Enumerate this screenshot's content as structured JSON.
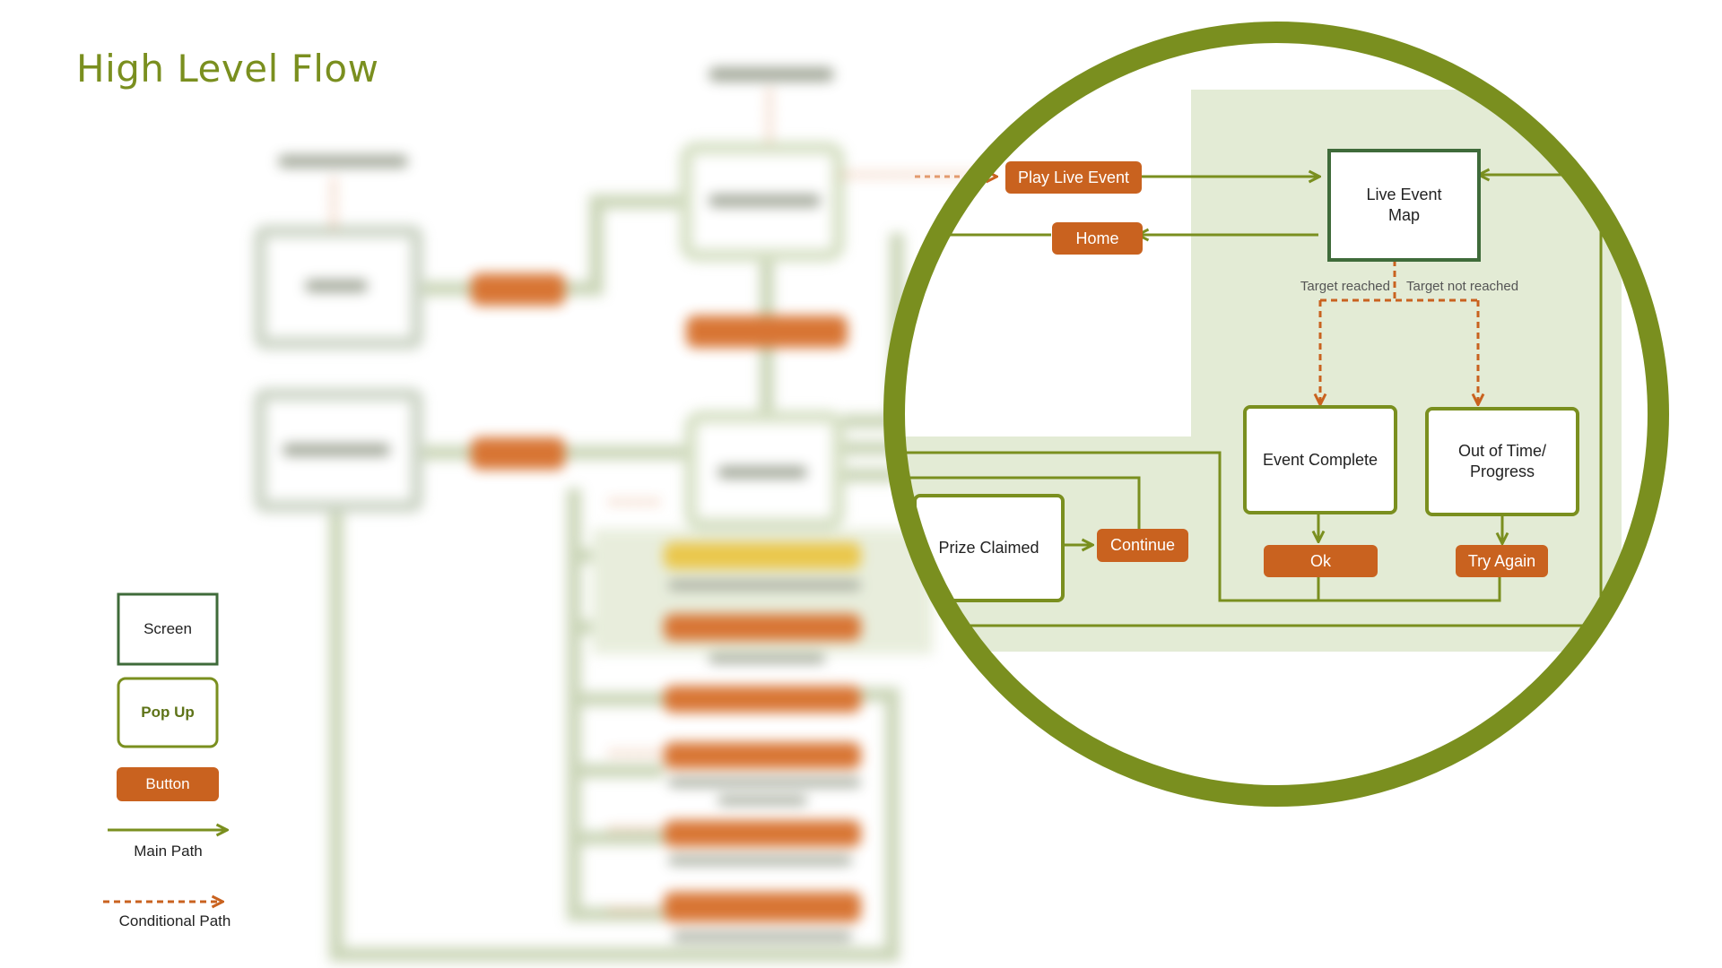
{
  "title": "High Level Flow",
  "colors": {
    "accent_green": "#7a8f1f",
    "screen_border": "#3f6b3a",
    "popup_border": "#7a8f1f",
    "button_fill": "#c9621f",
    "highlight_bg": "#e3ebd5",
    "conditional": "#c9621f"
  },
  "zoom": {
    "buttons": {
      "play_live_event": "Play Live Event",
      "home": "Home",
      "continue": "Continue",
      "ok": "Ok",
      "try_again": "Try Again"
    },
    "screens": {
      "live_event_map_line1": "Live Event",
      "live_event_map_line2": "Map"
    },
    "popups": {
      "event_complete": "Event Complete",
      "out_of_time_line1": "Out of Time/",
      "out_of_time_line2": "Progress",
      "prize_claimed": "Prize Claimed"
    },
    "conditions": {
      "target_reached": "Target reached",
      "target_not_reached": "Target not reached"
    }
  },
  "legend": {
    "screen": "Screen",
    "popup": "Pop Up",
    "button": "Button",
    "main_path": "Main Path",
    "conditional_path": "Conditional Path"
  }
}
